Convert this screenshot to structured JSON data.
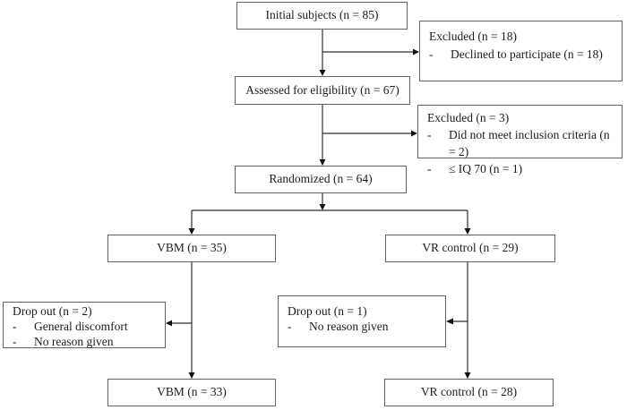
{
  "diagram": {
    "bullet": "-",
    "nodes": {
      "initial": {
        "label": "Initial subjects (n = 85)"
      },
      "excluded18": {
        "title": "Excluded (n = 18)",
        "items": [
          "Declined to participate (n = 18)"
        ]
      },
      "assessed": {
        "label": "Assessed for eligibility (n = 67)"
      },
      "excluded3": {
        "title": "Excluded (n = 3)",
        "items": [
          "Did not meet inclusion criteria (n = 2)",
          "≤ IQ 70 (n = 1)"
        ]
      },
      "randomized": {
        "label": "Randomized (n = 64)"
      },
      "vbm_arm": {
        "label": "VBM (n = 35)"
      },
      "vr_arm": {
        "label": "VR control (n = 29)"
      },
      "dropout_vbm": {
        "title": "Drop out (n = 2)",
        "items": [
          "General discomfort",
          "No reason given"
        ]
      },
      "dropout_vr": {
        "title": "Drop out (n = 1)",
        "items": [
          "No reason given"
        ]
      },
      "vbm_final": {
        "label": "VBM (n = 33)"
      },
      "vr_final": {
        "label": "VR control (n = 28)"
      }
    },
    "colors": {
      "background": "#ffffff",
      "box_border": "#636363",
      "line": "#2e2e2e",
      "arrowhead": "#111111",
      "text": "#1c1c1c"
    }
  }
}
